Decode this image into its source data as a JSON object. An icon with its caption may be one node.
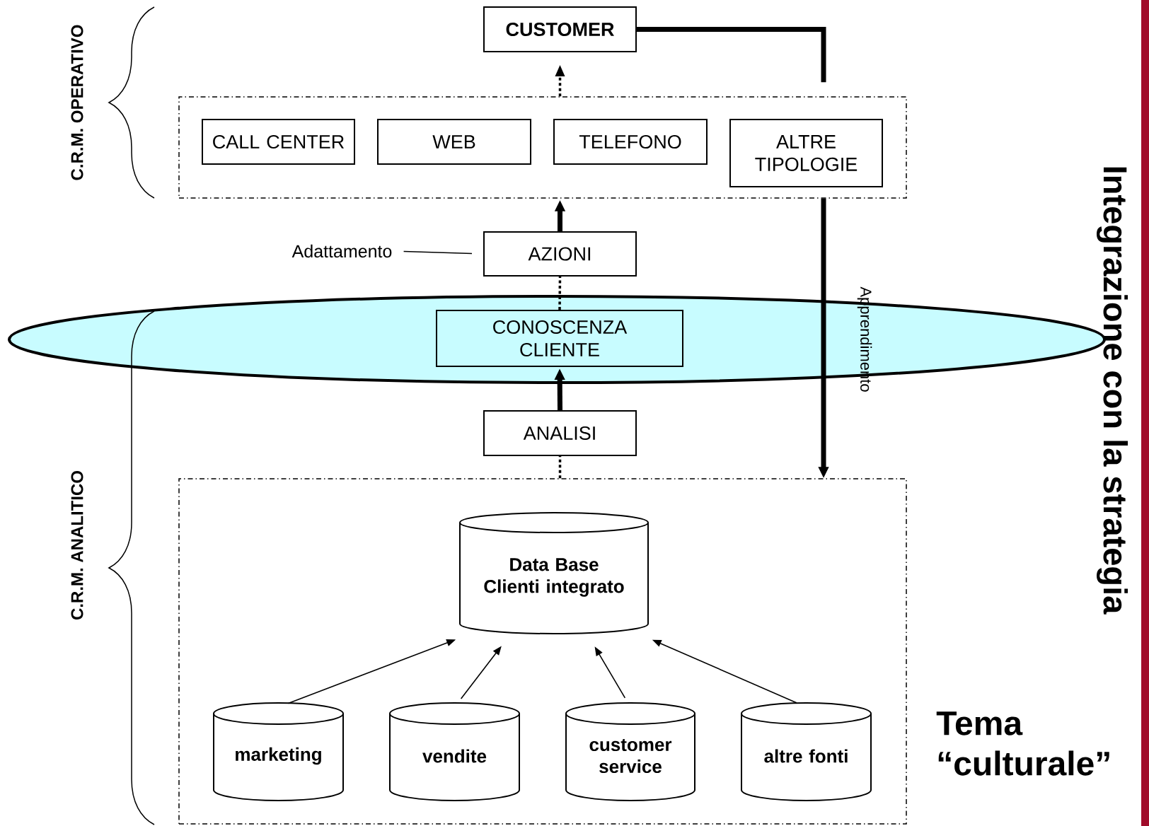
{
  "diagram": {
    "nodes": [
      {
        "text": [
          "CUSTOMER"
        ]
      },
      {
        "text": [],
        "shape": "box"
      },
      {
        "text": [
          "CALL CENTER"
        ],
        "in": 1
      },
      {
        "text": [
          "WEB"
        ],
        "in": 1
      },
      {
        "text": [
          "TELEFONO"
        ],
        "in": 1
      },
      {
        "text": [
          "ALTRE TIPOLOGIE"
        ],
        "in": 1
      },
      {
        "text": [
          "Adattamento"
        ]
      },
      {
        "text": [
          "AZIONI"
        ]
      },
      {
        "text": [],
        "shape": "ellipse"
      },
      {
        "text": [
          "CONOSCENZA CLIENTE"
        ],
        "in": 8
      },
      {
        "text": [
          "ANALISI"
        ]
      },
      {
        "text": [],
        "shape": "box"
      },
      {
        "text": [
          "Data Base Clienti integrato"
        ],
        "in": 11
      },
      {
        "text": [
          "marketing"
        ],
        "in": 11
      },
      {
        "text": [
          "vendite"
        ],
        "in": 11
      },
      {
        "text": [
          "customer service"
        ],
        "in": 11
      },
      {
        "text": [
          "altre fonti"
        ],
        "in": 11
      }
    ],
    "edges": [
      {
        "from": 1,
        "to": 0,
        "arrow": "to",
        "style": "dashed"
      },
      {
        "from": 0,
        "to": 1,
        "arrow": "none",
        "style": "thick"
      },
      {
        "from": 1,
        "to": 11,
        "arrow": "to",
        "style": "thick",
        "label": "Apprendimento"
      },
      {
        "from": 7,
        "to": 1,
        "arrow": "to",
        "style": "thick"
      },
      {
        "from": 9,
        "to": 7,
        "arrow": "none",
        "style": "dashed"
      },
      {
        "from": 10,
        "to": 9,
        "arrow": "to",
        "style": "thick"
      },
      {
        "from": 11,
        "to": 10,
        "arrow": "none",
        "style": "dashed"
      },
      {
        "from": 13,
        "to": 12,
        "arrow": "to"
      },
      {
        "from": 14,
        "to": 12,
        "arrow": "to"
      },
      {
        "from": 15,
        "to": 12,
        "arrow": "to"
      },
      {
        "from": 16,
        "to": 12,
        "arrow": "to"
      },
      {
        "from": 6,
        "to": 7,
        "arrow": "none"
      }
    ],
    "labels": [
      "C.R.M. OPERATIVO",
      "C.R.M. ANALITICO",
      "Integrazione con la strategia",
      "Tema “culturale”"
    ]
  }
}
